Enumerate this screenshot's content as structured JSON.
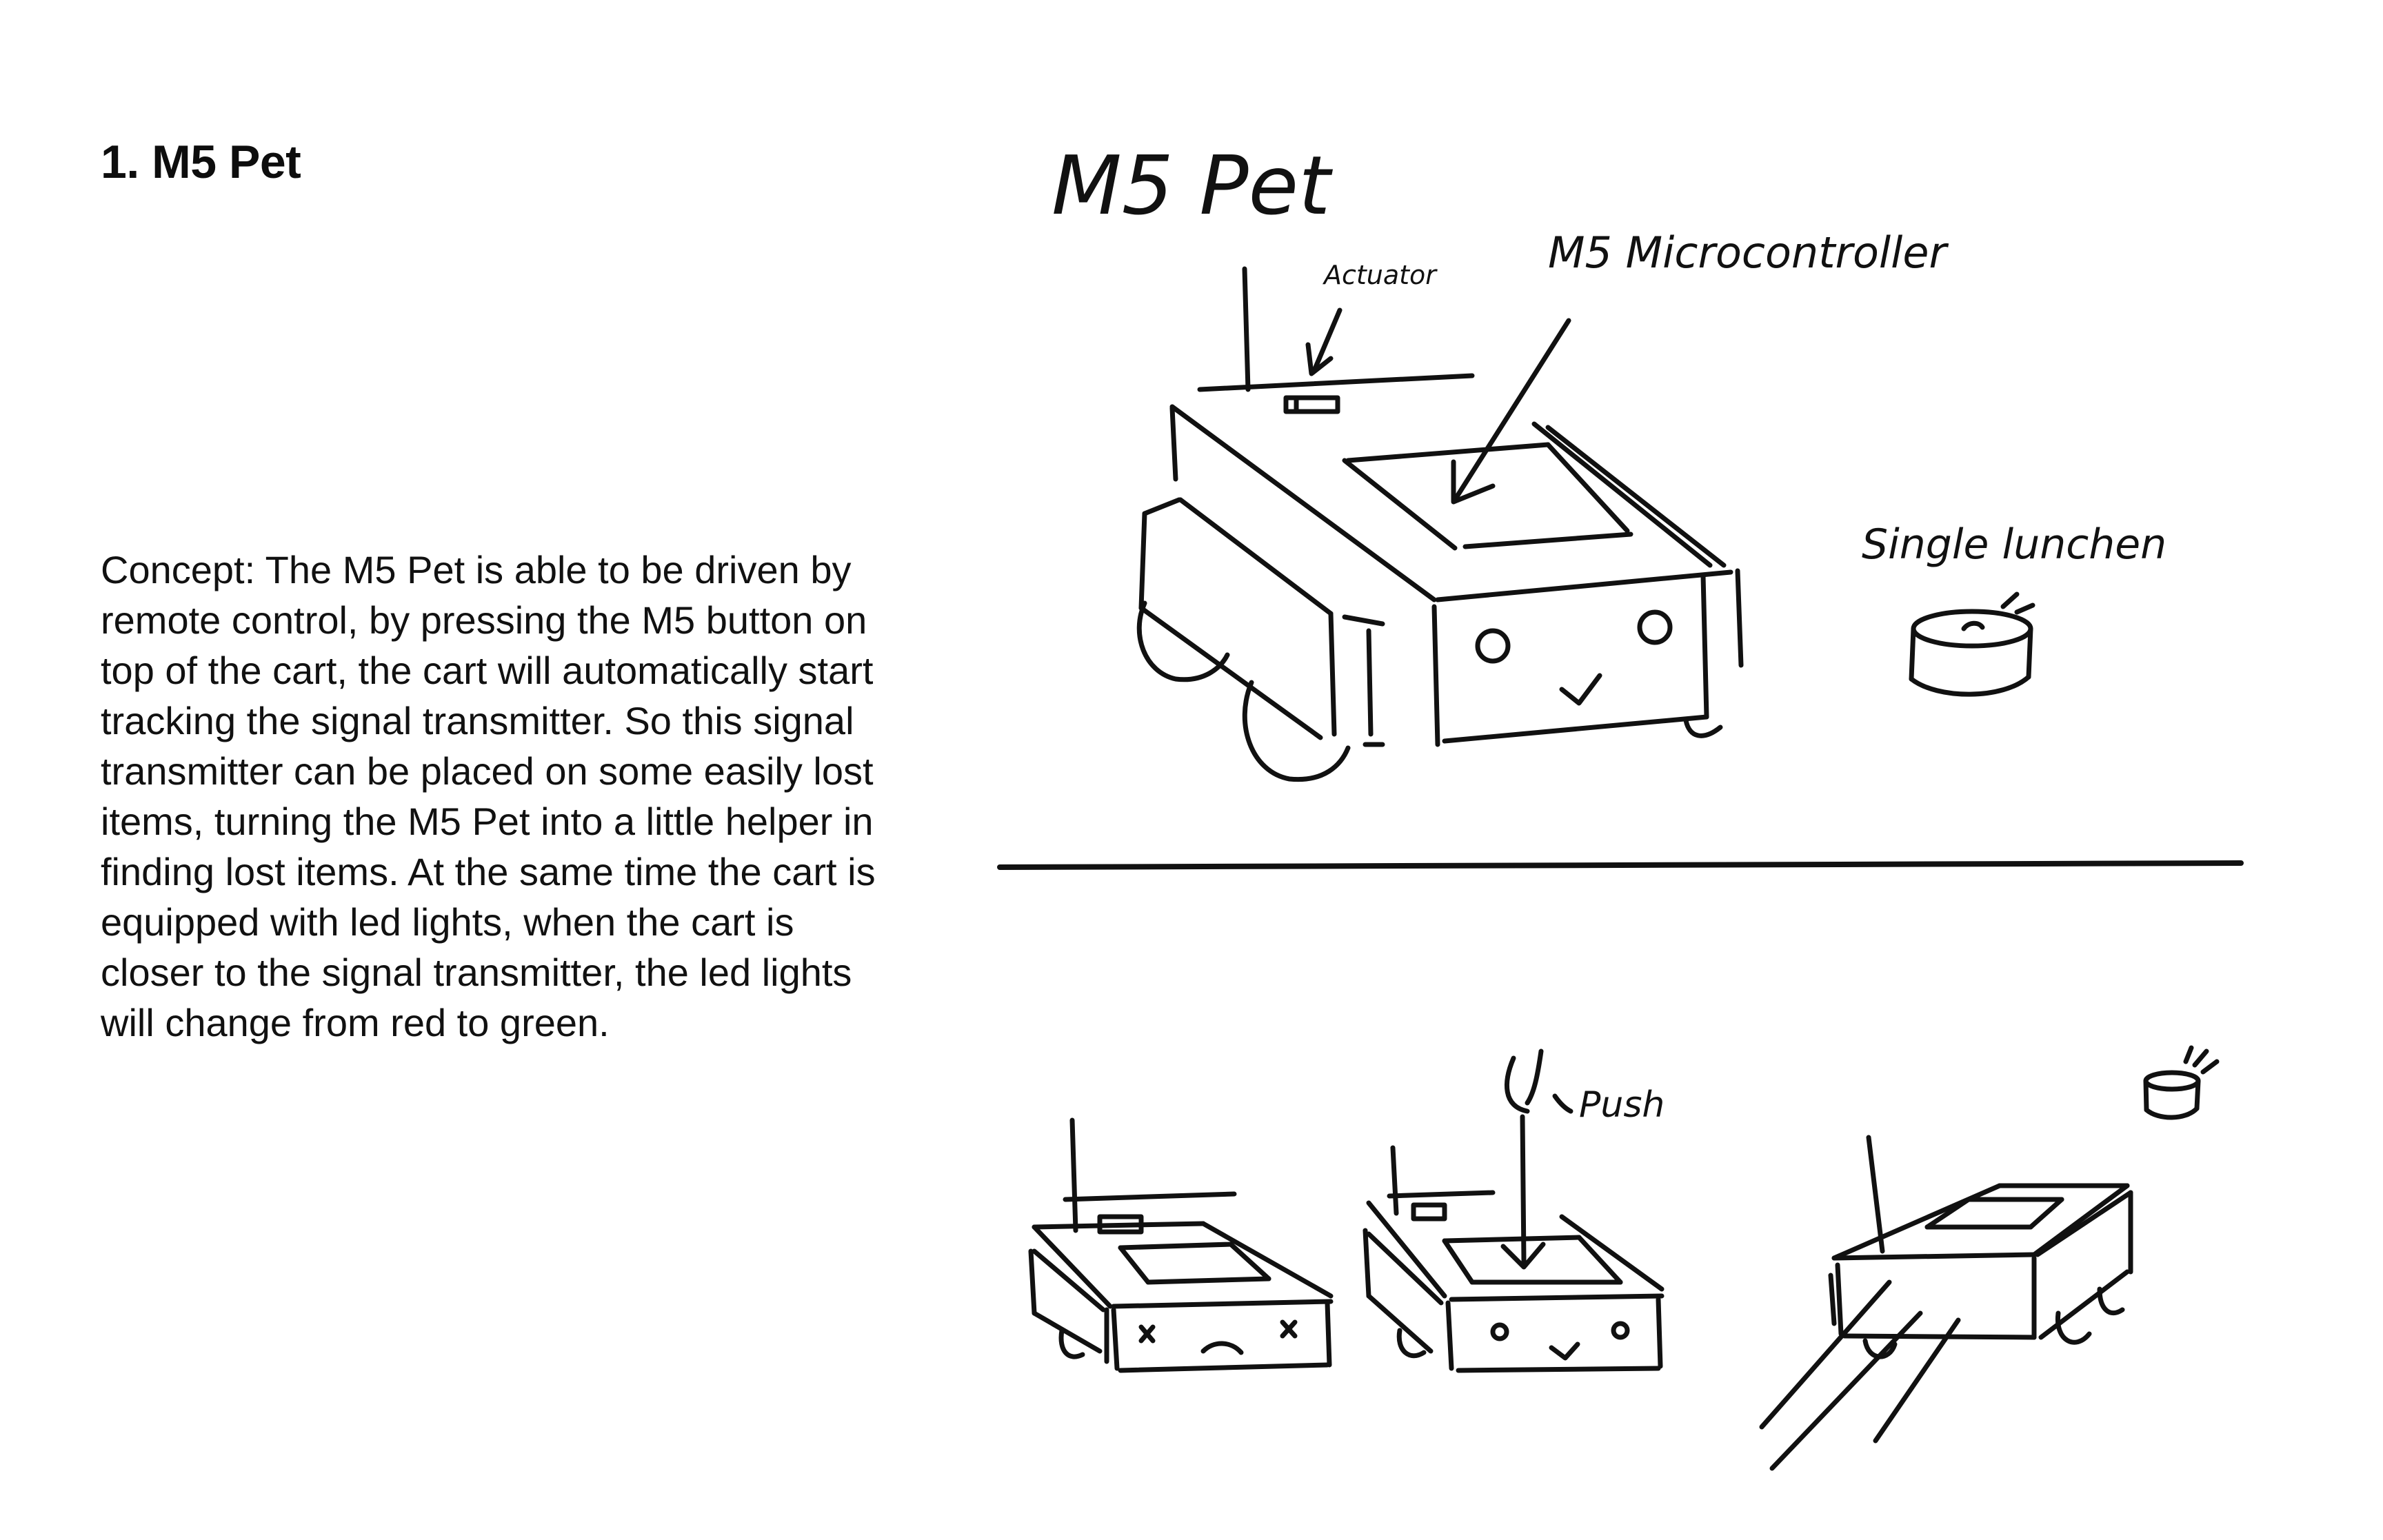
{
  "heading": "1. M5 Pet",
  "concept": "Concept: The M5 Pet is able to be driven by remote control, by pressing the M5 button on top of the cart, the cart will automatically start tracking the signal transmitter. So this signal transmitter can be placed on some easily lost items, turning the M5 Pet into a little helper in finding lost items. At the same time the cart is equipped with led lights, when the cart is closer to the signal transmitter, the led lights will change from red to green.",
  "sketch": {
    "title": "M5 Pet",
    "label_actuator": "Actuator",
    "label_microcontroller": "M5 Microcontroller",
    "label_signal": "Single lunchen",
    "label_push": "Push"
  }
}
